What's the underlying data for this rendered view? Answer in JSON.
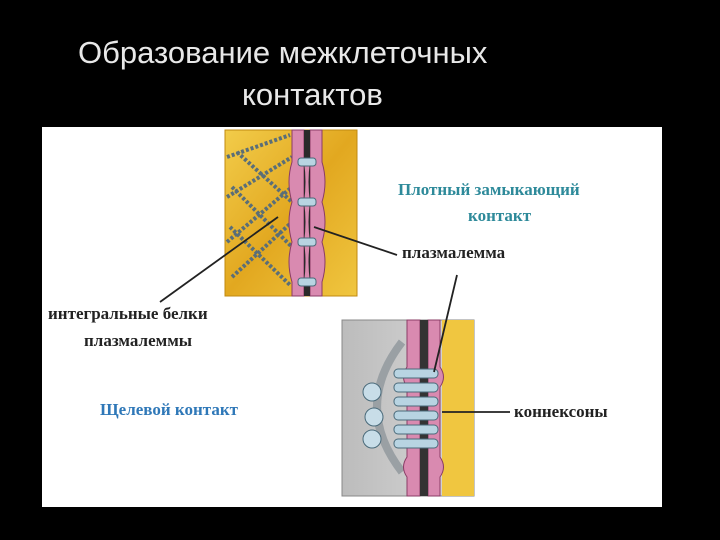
{
  "slide": {
    "title_line1": "Образование межклеточных",
    "title_line2": "контактов"
  },
  "figure": {
    "label_tight_junction_1": "Плотный замыкающий",
    "label_tight_junction_2": "контакт",
    "label_plasmalemma": "плазмалемма",
    "label_integral_proteins_1": "интегральные белки",
    "label_integral_proteins_2": "плазмалеммы",
    "label_gap_junction": "Щелевой контакт",
    "label_connexons": "коннексоны"
  },
  "colors": {
    "background": "#000000",
    "panel": "#ffffff",
    "membrane_pink": "#d98ab0",
    "cytoplasm_yellow": "#e8b830",
    "protein_blue": "#a8c8d8",
    "gap_bg": "#c8c8c8",
    "tight_label": "#2e8a9a",
    "gap_label": "#2f78b8"
  }
}
